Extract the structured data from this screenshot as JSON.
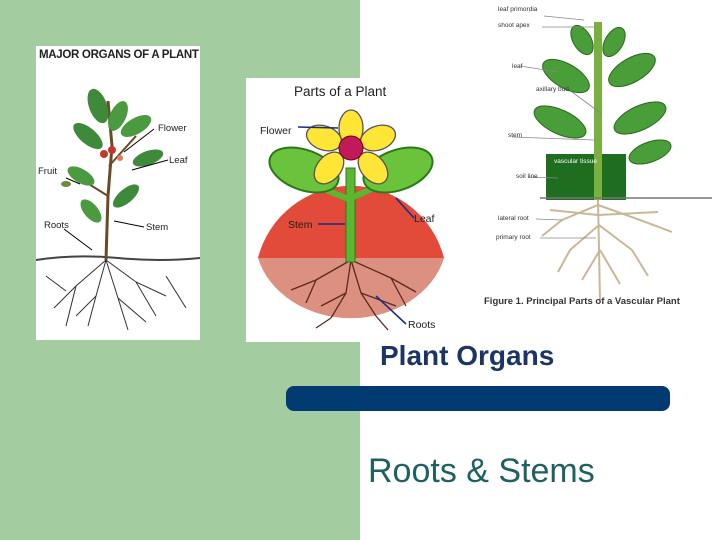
{
  "left_image": {
    "title": "MAJOR ORGANS OF A PLANT",
    "labels": {
      "flower": "Flower",
      "leaf": "Leaf",
      "fruit": "Fruit",
      "roots": "Roots",
      "stem": "Stem"
    }
  },
  "middle_image": {
    "title": "Parts of a Plant",
    "labels": {
      "flower": "Flower",
      "stem": "Stem",
      "leaf": "Leaf",
      "roots": "Roots"
    }
  },
  "right_image": {
    "labels": {
      "leaf_primordia": "leaf primordia",
      "shoot_apex": "shoot apex",
      "leaf": "leaf",
      "axillary_bud": "axillary bud",
      "stem": "stem",
      "vascular_tissue": "vascular tissue",
      "soil_line": "soil line",
      "lateral_root": "lateral root",
      "primary_root": "primary root"
    },
    "caption": "Figure 1. Principal Parts of a Vascular Plant"
  },
  "title": "Plant Organs",
  "subtitle": "Roots & Stems",
  "colors": {
    "green_band": "#a3cca0",
    "title": "#1c3466",
    "bar": "#003a70",
    "subtitle": "#1f6060"
  }
}
